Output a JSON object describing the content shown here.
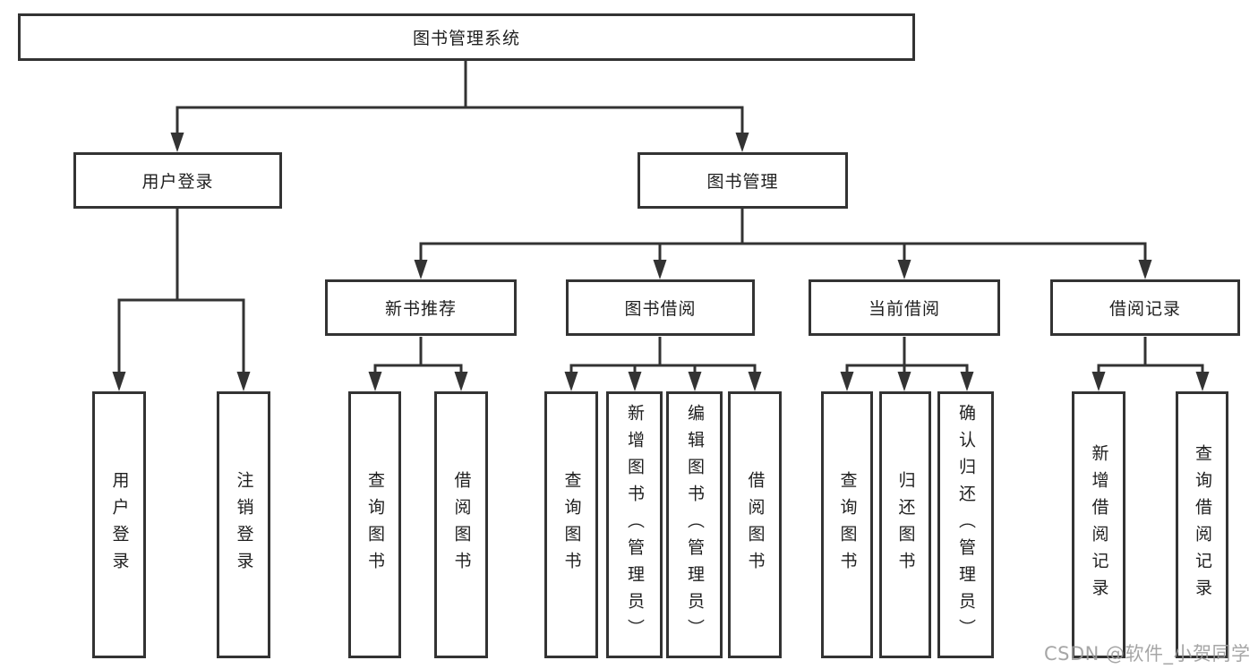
{
  "diagram": {
    "title": "图书管理系统",
    "type": "hierarchy-tree",
    "colors": {
      "line": "#333333",
      "box_border": "#333333",
      "text": "#1f1f1f",
      "background": "#ffffff",
      "watermark": "#9a9a9a"
    },
    "watermark": "CSDN @软件_小贺同学",
    "nodes": {
      "root": {
        "label": "图书管理系统",
        "level": 1
      },
      "user_login": {
        "label": "用户登录",
        "level": 2,
        "parent": "root"
      },
      "book_mgmt": {
        "label": "图书管理",
        "level": 2,
        "parent": "root"
      },
      "new_book_rec": {
        "label": "新书推荐",
        "level": 3,
        "parent": "book_mgmt"
      },
      "book_borrow": {
        "label": "图书借阅",
        "level": 3,
        "parent": "book_mgmt"
      },
      "current_borrow": {
        "label": "当前借阅",
        "level": 3,
        "parent": "book_mgmt"
      },
      "borrow_record": {
        "label": "借阅记录",
        "level": 3,
        "parent": "book_mgmt"
      },
      "leaf_user_login": {
        "label": "用户登录",
        "level": 4,
        "parent": "user_login"
      },
      "leaf_logout": {
        "label": "注销登录",
        "level": 4,
        "parent": "user_login"
      },
      "leaf_nbr_query": {
        "label": "查询图书",
        "level": 4,
        "parent": "new_book_rec"
      },
      "leaf_nbr_borrow": {
        "label": "借阅图书",
        "level": 4,
        "parent": "new_book_rec"
      },
      "leaf_bb_query": {
        "label": "查询图书",
        "level": 4,
        "parent": "book_borrow"
      },
      "leaf_bb_add": {
        "label": "新增图书（管理员）",
        "level": 4,
        "parent": "book_borrow"
      },
      "leaf_bb_edit": {
        "label": "编辑图书（管理员）",
        "level": 4,
        "parent": "book_borrow"
      },
      "leaf_bb_borrow": {
        "label": "借阅图书",
        "level": 4,
        "parent": "book_borrow"
      },
      "leaf_cb_query": {
        "label": "查询图书",
        "level": 4,
        "parent": "current_borrow"
      },
      "leaf_cb_return": {
        "label": "归还图书",
        "level": 4,
        "parent": "current_borrow"
      },
      "leaf_cb_confirm": {
        "label": "确认归还（管理员）",
        "level": 4,
        "parent": "current_borrow"
      },
      "leaf_br_add": {
        "label": "新增借阅记录",
        "level": 4,
        "parent": "borrow_record"
      },
      "leaf_br_query": {
        "label": "查询借阅记录",
        "level": 4,
        "parent": "borrow_record"
      }
    }
  }
}
